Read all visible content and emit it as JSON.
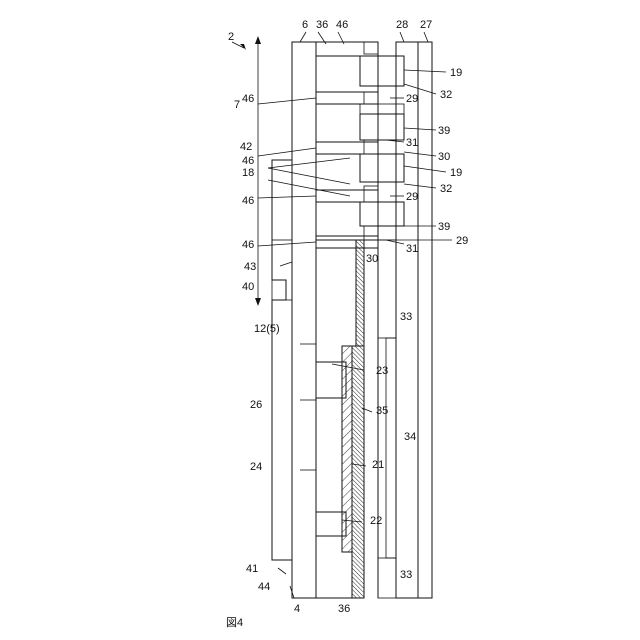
{
  "figure": {
    "caption": "図4",
    "line_color": "#111111",
    "background": "#ffffff",
    "labels": {
      "l2": "2",
      "l6": "6",
      "l36top": "36",
      "l46top": "46",
      "l28": "28",
      "l27": "27",
      "l7": "7",
      "l19a": "19",
      "l46a": "46",
      "l32a": "32",
      "l29a": "29",
      "l39a": "39",
      "l31a": "31",
      "l42": "42",
      "l46b": "46",
      "l30a": "30",
      "l18": "18",
      "l19b": "19",
      "l32b": "32",
      "l46c": "46",
      "l29b": "29",
      "l39b": "39",
      "l46d": "46",
      "l29c": "29",
      "l31b": "31",
      "l43": "43",
      "l30b": "30",
      "l40": "40",
      "l33a": "33",
      "l12": "12(5)",
      "l23": "23",
      "l26": "26",
      "l35": "35",
      "l34": "34",
      "l24": "24",
      "l21": "21",
      "l22": "22",
      "l41": "41",
      "l44": "44",
      "l33b": "33",
      "l4": "4",
      "l36bot": "36"
    }
  }
}
